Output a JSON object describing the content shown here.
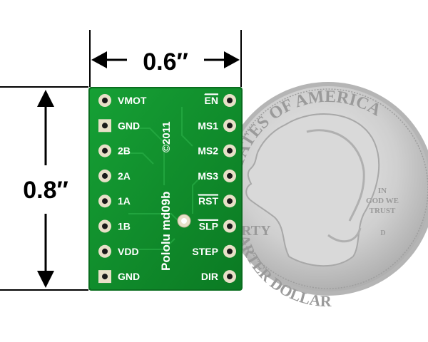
{
  "dimensions": {
    "width_label": "0.6″",
    "height_label": "0.8″"
  },
  "board": {
    "silkscreen_name": "Pololu md09b",
    "silkscreen_year": "©2011",
    "left_pins": [
      "VMOT",
      "GND",
      "2B",
      "2A",
      "1A",
      "1B",
      "VDD",
      "GND"
    ],
    "right_pins": [
      "EN",
      "MS1",
      "MS2",
      "MS3",
      "RST",
      "SLP",
      "STEP",
      "DIR"
    ],
    "overlined_pins": [
      "EN",
      "RST",
      "SLP"
    ],
    "pcb_color": "#0f8a2a",
    "pad_color": "#e8e0c8"
  },
  "coin": {
    "top_text": "STATES OF AMERICA",
    "bottom_text": "ARTER DOLLAR",
    "left_text": "RTY",
    "motto": [
      "IN",
      "GOD WE",
      "TRUST"
    ],
    "mint_mark": "D",
    "color": "#c8c8c8"
  }
}
